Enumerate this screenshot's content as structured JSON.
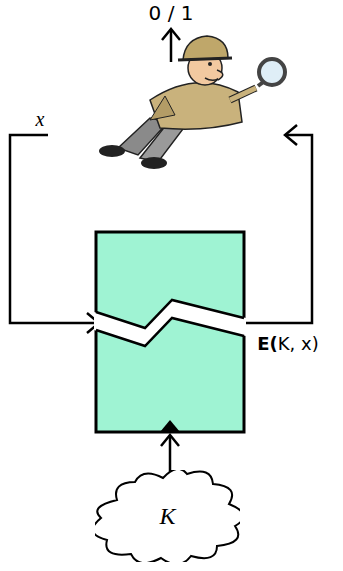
{
  "diagram": {
    "nodes": [
      {
        "text": [
          "K"
        ]
      }
    ],
    "labels": [
      "0 / 1",
      "x",
      "E(K, x)"
    ]
  }
}
